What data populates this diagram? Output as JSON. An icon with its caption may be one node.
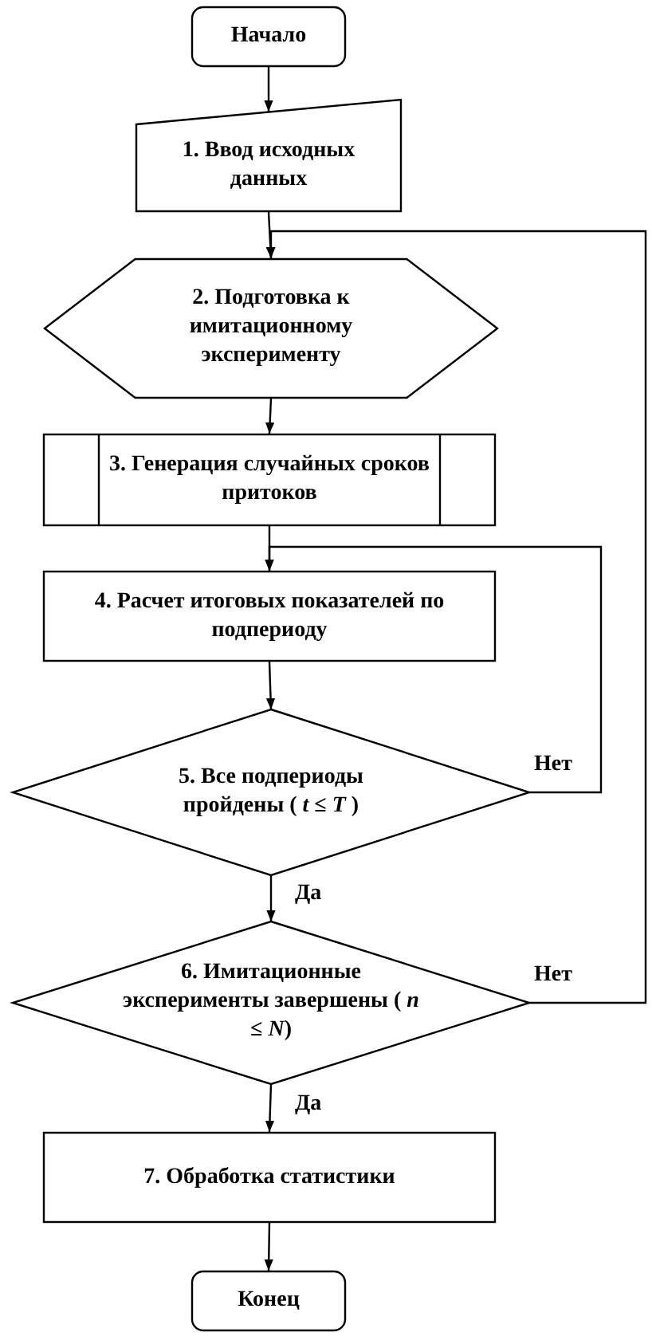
{
  "diagram": {
    "nodes": [
      {
        "text": [
          "Начало"
        ]
      },
      {
        "text": [
          "1. Ввод исходных данных"
        ]
      },
      {
        "text": [
          "2. Подготовка к имитационному эксперименту"
        ]
      },
      {
        "text": [
          "3. Генерация случайных сроков притоков"
        ]
      },
      {
        "text": [
          "4. Расчет итоговых показателей по подпериоду"
        ]
      },
      {
        "text": [
          "5. Все подпериоды пройдены ( *t* ≤ *T* )"
        ]
      },
      {
        "text": [
          "6. Имитационные эксперименты завершены ( *n* ≤ *N*)"
        ]
      },
      {
        "text": [
          "7. Обработка статистики"
        ]
      },
      {
        "text": [
          "Конец"
        ]
      }
    ],
    "edges": [
      {
        "from": 0,
        "to": 1,
        "arrow": "to"
      },
      {
        "from": 1,
        "to": 2,
        "arrow": "to"
      },
      {
        "from": 2,
        "to": 3,
        "arrow": "to"
      },
      {
        "from": 3,
        "to": 4,
        "arrow": "to"
      },
      {
        "from": 4,
        "to": 5,
        "arrow": "to"
      },
      {
        "from": 5,
        "to": 6,
        "arrow": "to",
        "label": "Да"
      },
      {
        "from": 6,
        "to": 7,
        "arrow": "to",
        "label": "Да"
      },
      {
        "from": 7,
        "to": 8,
        "arrow": "to"
      },
      {
        "from": 5,
        "to": 4,
        "arrow": "to",
        "label": "Нет"
      },
      {
        "from": 6,
        "to": 2,
        "arrow": "to",
        "label": "Нет"
      }
    ]
  }
}
